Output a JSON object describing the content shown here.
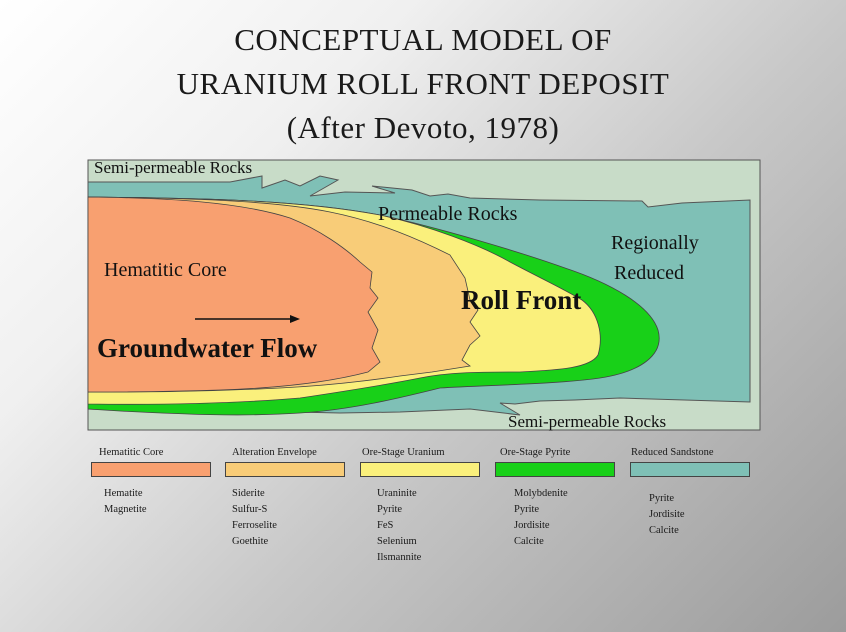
{
  "title": {
    "line1": "CONCEPTUAL MODEL OF",
    "line2": "URANIUM ROLL FRONT DEPOSIT",
    "line3": "(After Devoto, 1978)"
  },
  "diagram": {
    "labels": {
      "semi_permeable_top": "Semi-permeable Rocks",
      "permeable": "Permeable Rocks",
      "regionally": "Regionally",
      "reduced": "Reduced",
      "hematitic_core": "Hematitic Core",
      "roll_front": "Roll Front",
      "groundwater_flow": "Groundwater Flow",
      "semi_permeable_bottom": "Semi-permeable Rocks"
    },
    "colors": {
      "semi_permeable": "#c8dcc8",
      "reduced": "#7fc0b6",
      "hematitic": "#f8a070",
      "alteration": "#f8cc78",
      "ore_uranium": "#faf07c",
      "ore_pyrite": "#18d018"
    }
  },
  "legend": [
    {
      "label": "Hematitic Core",
      "color": "#f8a070",
      "minerals": [
        "Hematite",
        "Magnetite"
      ]
    },
    {
      "label": "Alteration Envelope",
      "color": "#f8cc78",
      "minerals": [
        "Siderite",
        "Sulfur-S",
        "Ferroselite",
        "Goethite"
      ]
    },
    {
      "label": "Ore-Stage Uranium",
      "color": "#faf07c",
      "minerals": [
        "Uraninite",
        "Pyrite",
        "FeS",
        "Selenium",
        "Ilsmannite"
      ]
    },
    {
      "label": "Ore-Stage Pyrite",
      "color": "#18d018",
      "minerals": [
        "Molybdenite",
        "Pyrite",
        "Jordisite",
        "Calcite"
      ]
    },
    {
      "label": "Reduced Sandstone",
      "color": "#7fc0b6",
      "minerals": [
        "Pyrite",
        "Jordisite",
        "Calcite"
      ]
    }
  ]
}
